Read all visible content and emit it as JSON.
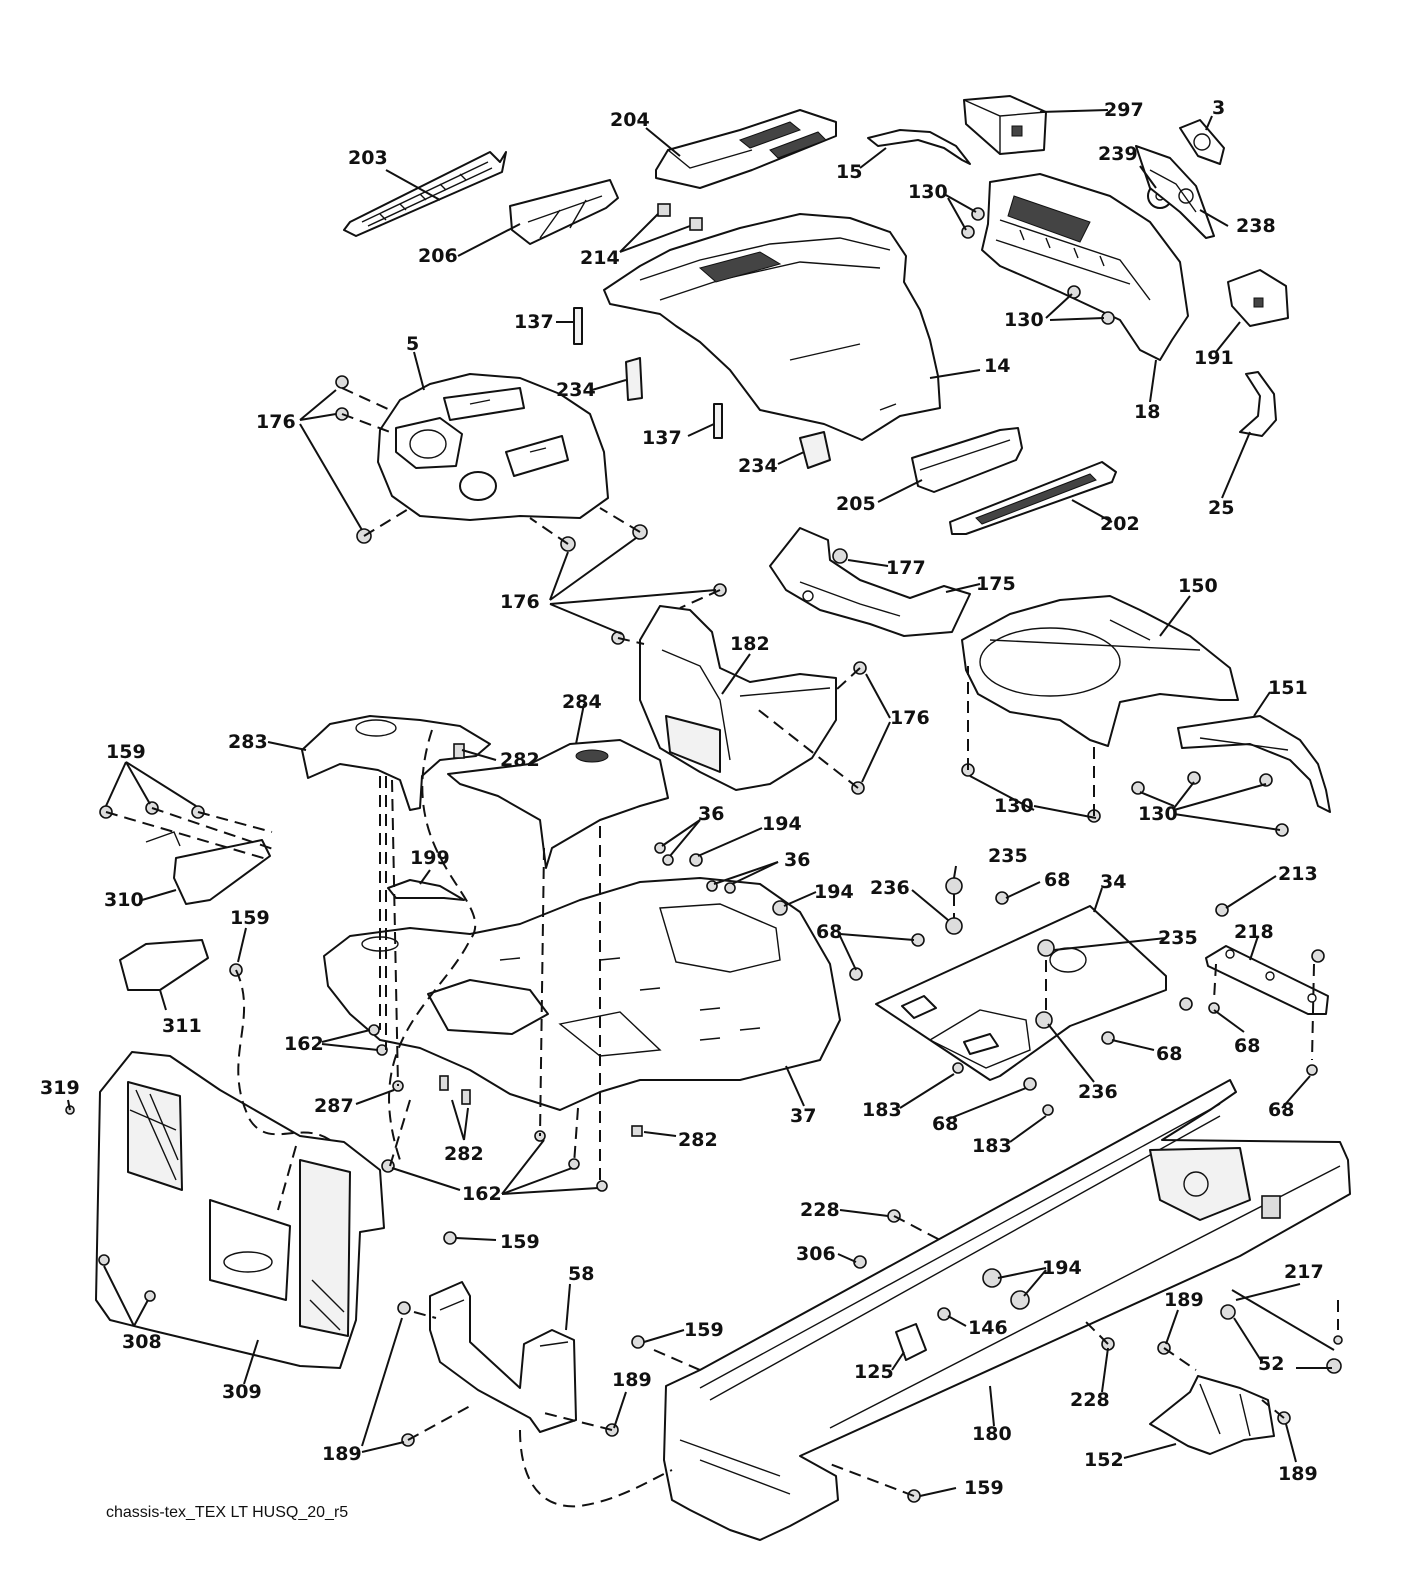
{
  "footer": {
    "drawing_id": "chassis-tex_TEX LT HUSQ_20_r5"
  },
  "callouts": [
    {
      "id": "c3",
      "label": "3"
    },
    {
      "id": "c297",
      "label": "297"
    },
    {
      "id": "c204",
      "label": "204"
    },
    {
      "id": "c203",
      "label": "203"
    },
    {
      "id": "c15",
      "label": "15"
    },
    {
      "id": "c239",
      "label": "239"
    },
    {
      "id": "c238",
      "label": "238"
    },
    {
      "id": "c130a",
      "label": "130"
    },
    {
      "id": "c206",
      "label": "206"
    },
    {
      "id": "c214",
      "label": "214"
    },
    {
      "id": "c130b",
      "label": "130"
    },
    {
      "id": "c137a",
      "label": "137"
    },
    {
      "id": "c191",
      "label": "191"
    },
    {
      "id": "c5",
      "label": "5"
    },
    {
      "id": "c14",
      "label": "14"
    },
    {
      "id": "c18",
      "label": "18"
    },
    {
      "id": "c234a",
      "label": "234"
    },
    {
      "id": "c176a",
      "label": "176"
    },
    {
      "id": "c137b",
      "label": "137"
    },
    {
      "id": "c234b",
      "label": "234"
    },
    {
      "id": "c205",
      "label": "205"
    },
    {
      "id": "c202",
      "label": "202"
    },
    {
      "id": "c25",
      "label": "25"
    },
    {
      "id": "c177",
      "label": "177"
    },
    {
      "id": "c175",
      "label": "175"
    },
    {
      "id": "c150",
      "label": "150"
    },
    {
      "id": "c176b",
      "label": "176"
    },
    {
      "id": "c182",
      "label": "182"
    },
    {
      "id": "c151",
      "label": "151"
    },
    {
      "id": "c176c",
      "label": "176"
    },
    {
      "id": "c284",
      "label": "284"
    },
    {
      "id": "c283",
      "label": "283"
    },
    {
      "id": "c282a",
      "label": "282"
    },
    {
      "id": "c159a",
      "label": "159"
    },
    {
      "id": "c130c",
      "label": "130"
    },
    {
      "id": "c130d",
      "label": "130"
    },
    {
      "id": "c36a",
      "label": "36"
    },
    {
      "id": "c194a",
      "label": "194"
    },
    {
      "id": "c36b",
      "label": "36"
    },
    {
      "id": "c199",
      "label": "199"
    },
    {
      "id": "c235a",
      "label": "235"
    },
    {
      "id": "c310",
      "label": "310"
    },
    {
      "id": "c236a",
      "label": "236"
    },
    {
      "id": "c68a",
      "label": "68"
    },
    {
      "id": "c34",
      "label": "34"
    },
    {
      "id": "c194b",
      "label": "194"
    },
    {
      "id": "c213",
      "label": "213"
    },
    {
      "id": "c159b",
      "label": "159"
    },
    {
      "id": "c218",
      "label": "218"
    },
    {
      "id": "c68b",
      "label": "68"
    },
    {
      "id": "c235b",
      "label": "235"
    },
    {
      "id": "c311",
      "label": "311"
    },
    {
      "id": "c162a",
      "label": "162"
    },
    {
      "id": "c68c",
      "label": "68"
    },
    {
      "id": "c68d",
      "label": "68"
    },
    {
      "id": "c236b",
      "label": "236"
    },
    {
      "id": "c319",
      "label": "319"
    },
    {
      "id": "c287",
      "label": "287"
    },
    {
      "id": "c37",
      "label": "37"
    },
    {
      "id": "c183a",
      "label": "183"
    },
    {
      "id": "c68e",
      "label": "68"
    },
    {
      "id": "c68f",
      "label": "68"
    },
    {
      "id": "c282b",
      "label": "282"
    },
    {
      "id": "c282c",
      "label": "282"
    },
    {
      "id": "c183b",
      "label": "183"
    },
    {
      "id": "c162b",
      "label": "162"
    },
    {
      "id": "c228a",
      "label": "228"
    },
    {
      "id": "c159c",
      "label": "159"
    },
    {
      "id": "c306",
      "label": "306"
    },
    {
      "id": "c194c",
      "label": "194"
    },
    {
      "id": "c217",
      "label": "217"
    },
    {
      "id": "c58",
      "label": "58"
    },
    {
      "id": "c146",
      "label": "146"
    },
    {
      "id": "c189a",
      "label": "189"
    },
    {
      "id": "c308",
      "label": "308"
    },
    {
      "id": "c159d",
      "label": "159"
    },
    {
      "id": "c52",
      "label": "52"
    },
    {
      "id": "c125",
      "label": "125"
    },
    {
      "id": "c309",
      "label": "309"
    },
    {
      "id": "c189b",
      "label": "189"
    },
    {
      "id": "c228b",
      "label": "228"
    },
    {
      "id": "c180",
      "label": "180"
    },
    {
      "id": "c189c",
      "label": "189"
    },
    {
      "id": "c152",
      "label": "152"
    },
    {
      "id": "c189d",
      "label": "189"
    },
    {
      "id": "c159e",
      "label": "159"
    }
  ]
}
